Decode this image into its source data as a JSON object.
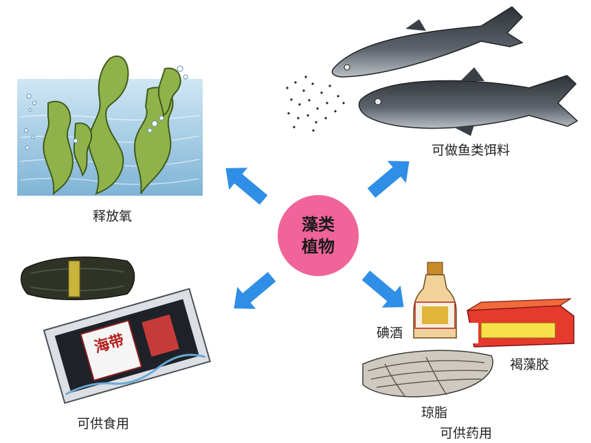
{
  "center": {
    "line1": "藻类",
    "line2": "植物"
  },
  "labels": {
    "release_oxygen": "释放氧",
    "fish_feed": "可做鱼类饵料",
    "edible": "可供食用",
    "iodine_tincture": "碘酒",
    "alginate": "褐藻胶",
    "agar": "琼脂",
    "medicinal": "可供药用"
  },
  "packet_text": "海带",
  "colors": {
    "center_circle": "#f0649a",
    "arrow": "#2f8fe6",
    "water": "#9cc8e2",
    "seaweed": "#8fb34a",
    "fish": "#4a4f55"
  }
}
